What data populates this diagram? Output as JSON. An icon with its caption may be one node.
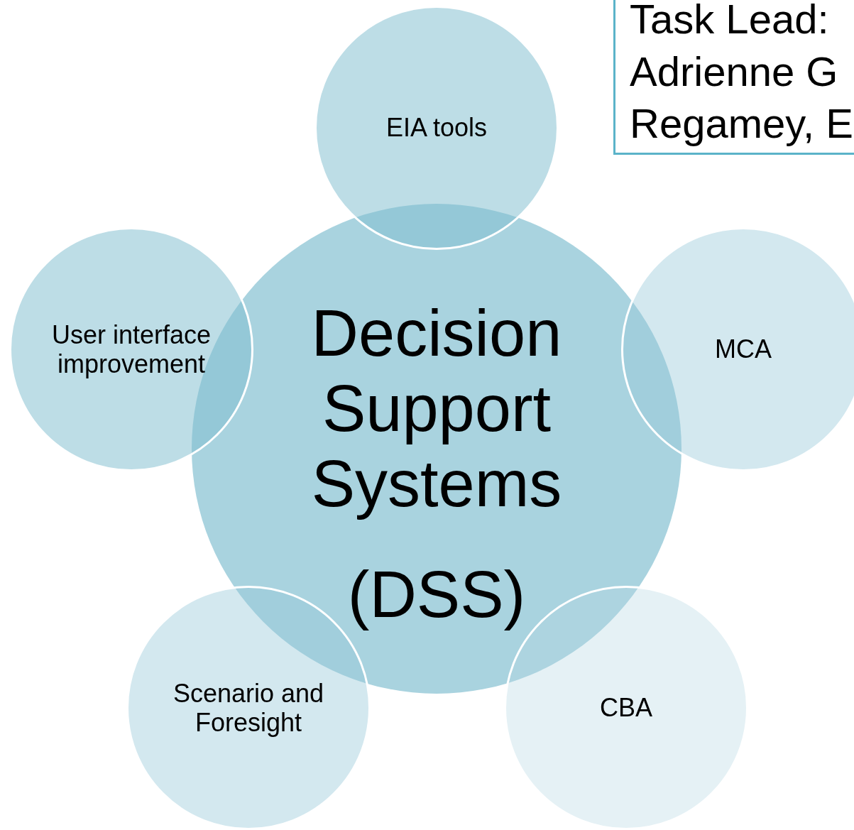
{
  "diagram": {
    "nodes": [
      {
        "text": [
          "Decision Support Systems",
          "(DSS)"
        ]
      },
      {
        "text": [
          "EIA tools"
        ]
      },
      {
        "text": [
          "User interface improvement"
        ]
      },
      {
        "text": [
          "MCA"
        ]
      },
      {
        "text": [
          "Scenario and Foresight"
        ]
      },
      {
        "text": [
          "CBA"
        ]
      },
      {
        "text": [
          "Task Lead: Adrienne G Regamey, E"
        ]
      }
    ],
    "edges": []
  }
}
